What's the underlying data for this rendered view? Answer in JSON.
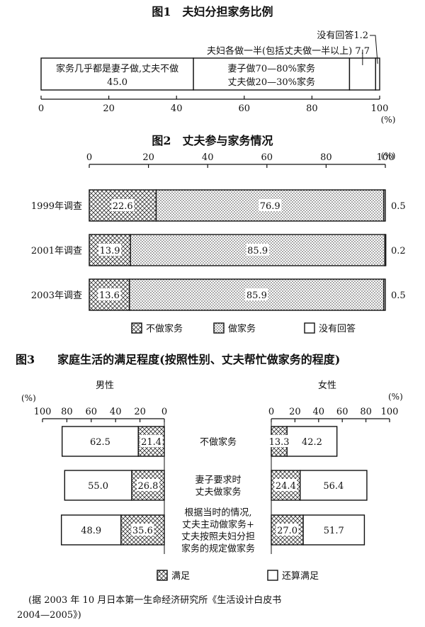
{
  "chart_data": [
    {
      "type": "bar",
      "title": "图1　夫妇分担家务比例",
      "orientation": "horizontal-stacked",
      "unit": "(%)",
      "xlim": [
        0,
        100
      ],
      "ticks": [
        "0",
        "20",
        "40",
        "60",
        "80",
        "100"
      ],
      "segments": [
        {
          "name": "家务几乎都是妻子做,丈夫不做",
          "value": 45.0,
          "value_label": "45.0"
        },
        {
          "name": "妻子做70—80%家务",
          "name2": "丈夫做20—30%家务",
          "value": 46.1
        },
        {
          "name": "夫妇各做一半(包括丈夫做一半以上)",
          "value": 7.7,
          "callout": "夫妇各做一半(包括丈夫做一半以上) 7.7"
        },
        {
          "name": "没有回答",
          "value": 1.2,
          "callout": "没有回答1.2"
        }
      ]
    },
    {
      "type": "bar",
      "title": "图2　丈夫参与家务情况",
      "orientation": "horizontal-stacked",
      "unit": "(%)",
      "xlim": [
        0,
        100
      ],
      "ticks": [
        "0",
        "20",
        "40",
        "60",
        "80",
        "100"
      ],
      "categories": [
        "1999年调查",
        "2001年调查",
        "2003年调查"
      ],
      "series": [
        {
          "name": "不做家务",
          "values": [
            22.6,
            13.9,
            13.6
          ],
          "labels": [
            "22.6",
            "13.9",
            "13.6"
          ]
        },
        {
          "name": "做家务",
          "values": [
            76.9,
            85.9,
            85.9
          ],
          "labels": [
            "76.9",
            "85.9",
            "85.9"
          ]
        },
        {
          "name": "没有回答",
          "values": [
            0.5,
            0.2,
            0.5
          ],
          "labels": [
            "0.5",
            "0.2",
            "0.5"
          ]
        }
      ],
      "legend": [
        "不做家务",
        "做家务",
        "没有回答"
      ]
    },
    {
      "type": "bar",
      "title": "图3　　家庭生活的满足程度(按照性别、丈夫帮忙做家务的程度)",
      "orientation": "butterfly",
      "unit": "(%)",
      "xlim": [
        0,
        100
      ],
      "left_panel": "男性",
      "right_panel": "女性",
      "left_ticks": [
        "100",
        "80",
        "60",
        "40",
        "20",
        "0"
      ],
      "right_ticks": [
        "0",
        "20",
        "40",
        "60",
        "80",
        "100"
      ],
      "categories": [
        [
          "不做家务"
        ],
        [
          "妻子要求时",
          "丈夫做家务"
        ],
        [
          "根据当时的情况,",
          "丈夫主动做家务+",
          "丈夫按照夫妇分担",
          "家务的规定做家务"
        ]
      ],
      "series": [
        {
          "name": "满足",
          "male": [
            21.4,
            26.8,
            35.6
          ],
          "female": [
            13.3,
            24.4,
            27.0
          ],
          "male_labels": [
            "21.4",
            "26.8",
            "35.6"
          ],
          "female_labels": [
            "13.3",
            "24.4",
            "27.0"
          ]
        },
        {
          "name": "还算满足",
          "male": [
            62.5,
            55.0,
            48.9
          ],
          "female": [
            42.2,
            56.4,
            51.7
          ],
          "male_labels": [
            "62.5",
            "55.0",
            "48.9"
          ],
          "female_labels": [
            "42.2",
            "56.4",
            "51.7"
          ]
        }
      ],
      "legend": [
        "满足",
        "还算满足"
      ]
    }
  ],
  "source_line1": "(据 2003 年 10 月日本第一生命经济研究所《生活设计白皮书",
  "source_line2": "2004—2005》)"
}
